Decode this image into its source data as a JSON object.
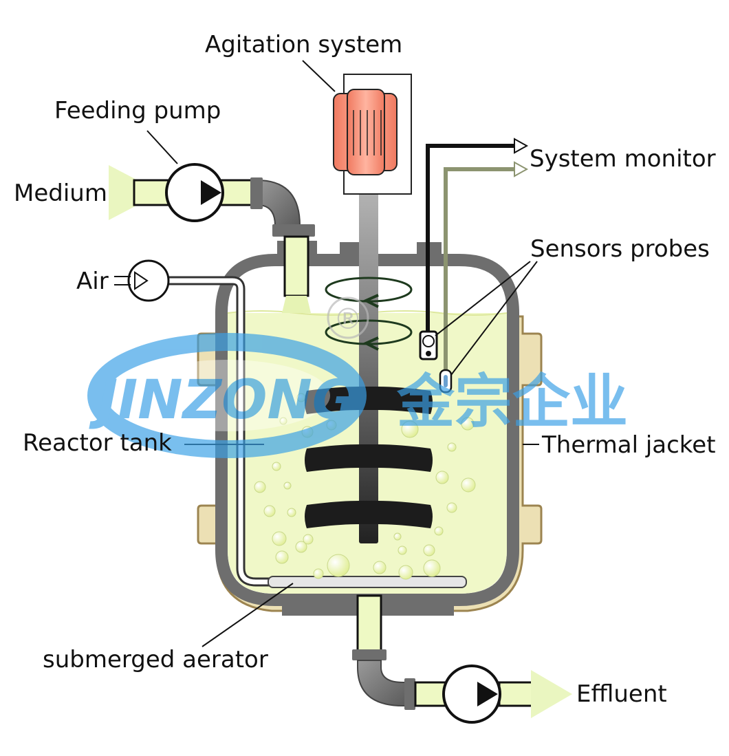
{
  "labels": {
    "agitation_system": "Agitation system",
    "feeding_pump": "Feeding pump",
    "medium": "Medium",
    "air": "Air",
    "system_monitor": "System monitor",
    "sensors_probes": "Sensors probes",
    "reactor_tank": "Reactor tank",
    "thermal_jacket": "Thermal jacket",
    "submerged_aerator": "submerged aerator",
    "effluent": "Effluent"
  },
  "watermark": {
    "brand": "JINZONG",
    "chinese": "金宗企业",
    "registered_mark": "®"
  },
  "colors": {
    "liquid": "#f0f8c8",
    "pipe_fluid": "#eef9c4",
    "tank_wall": "#6e6e6e",
    "jacket": "#ece0b4",
    "jacket_stroke": "#9c8450",
    "motor": "#f08a70",
    "impeller": "#1c1c1c",
    "monitor_line_dark": "#111111",
    "monitor_line_olive": "#8c9470",
    "watermark_blue": "#3aa0e6"
  },
  "icons": [
    "pump-icon",
    "motor-icon",
    "impeller-icon",
    "rotation-arrow-icon",
    "bubble-icon",
    "sensor-probe-icon",
    "flow-arrow-icon"
  ]
}
